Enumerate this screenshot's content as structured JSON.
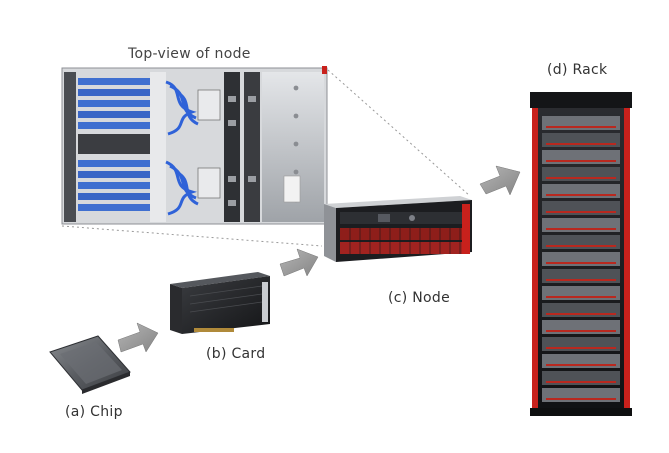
{
  "labels": {
    "top_view": "Top-view of node",
    "rack": "(d) Rack",
    "node": "(c) Node",
    "card": "(b) Card",
    "chip": "(a) Chip"
  },
  "colors": {
    "accent_red": "#c8211c",
    "arrow_gray": "#9a9a9a",
    "metal": "#c9ccd0",
    "dark": "#1e1f22",
    "cable_blue": "#2f62d8"
  },
  "icons": [
    "chip-image",
    "card-image",
    "node-image",
    "node-top-view-image",
    "rack-image",
    "right-arrow-icon"
  ]
}
